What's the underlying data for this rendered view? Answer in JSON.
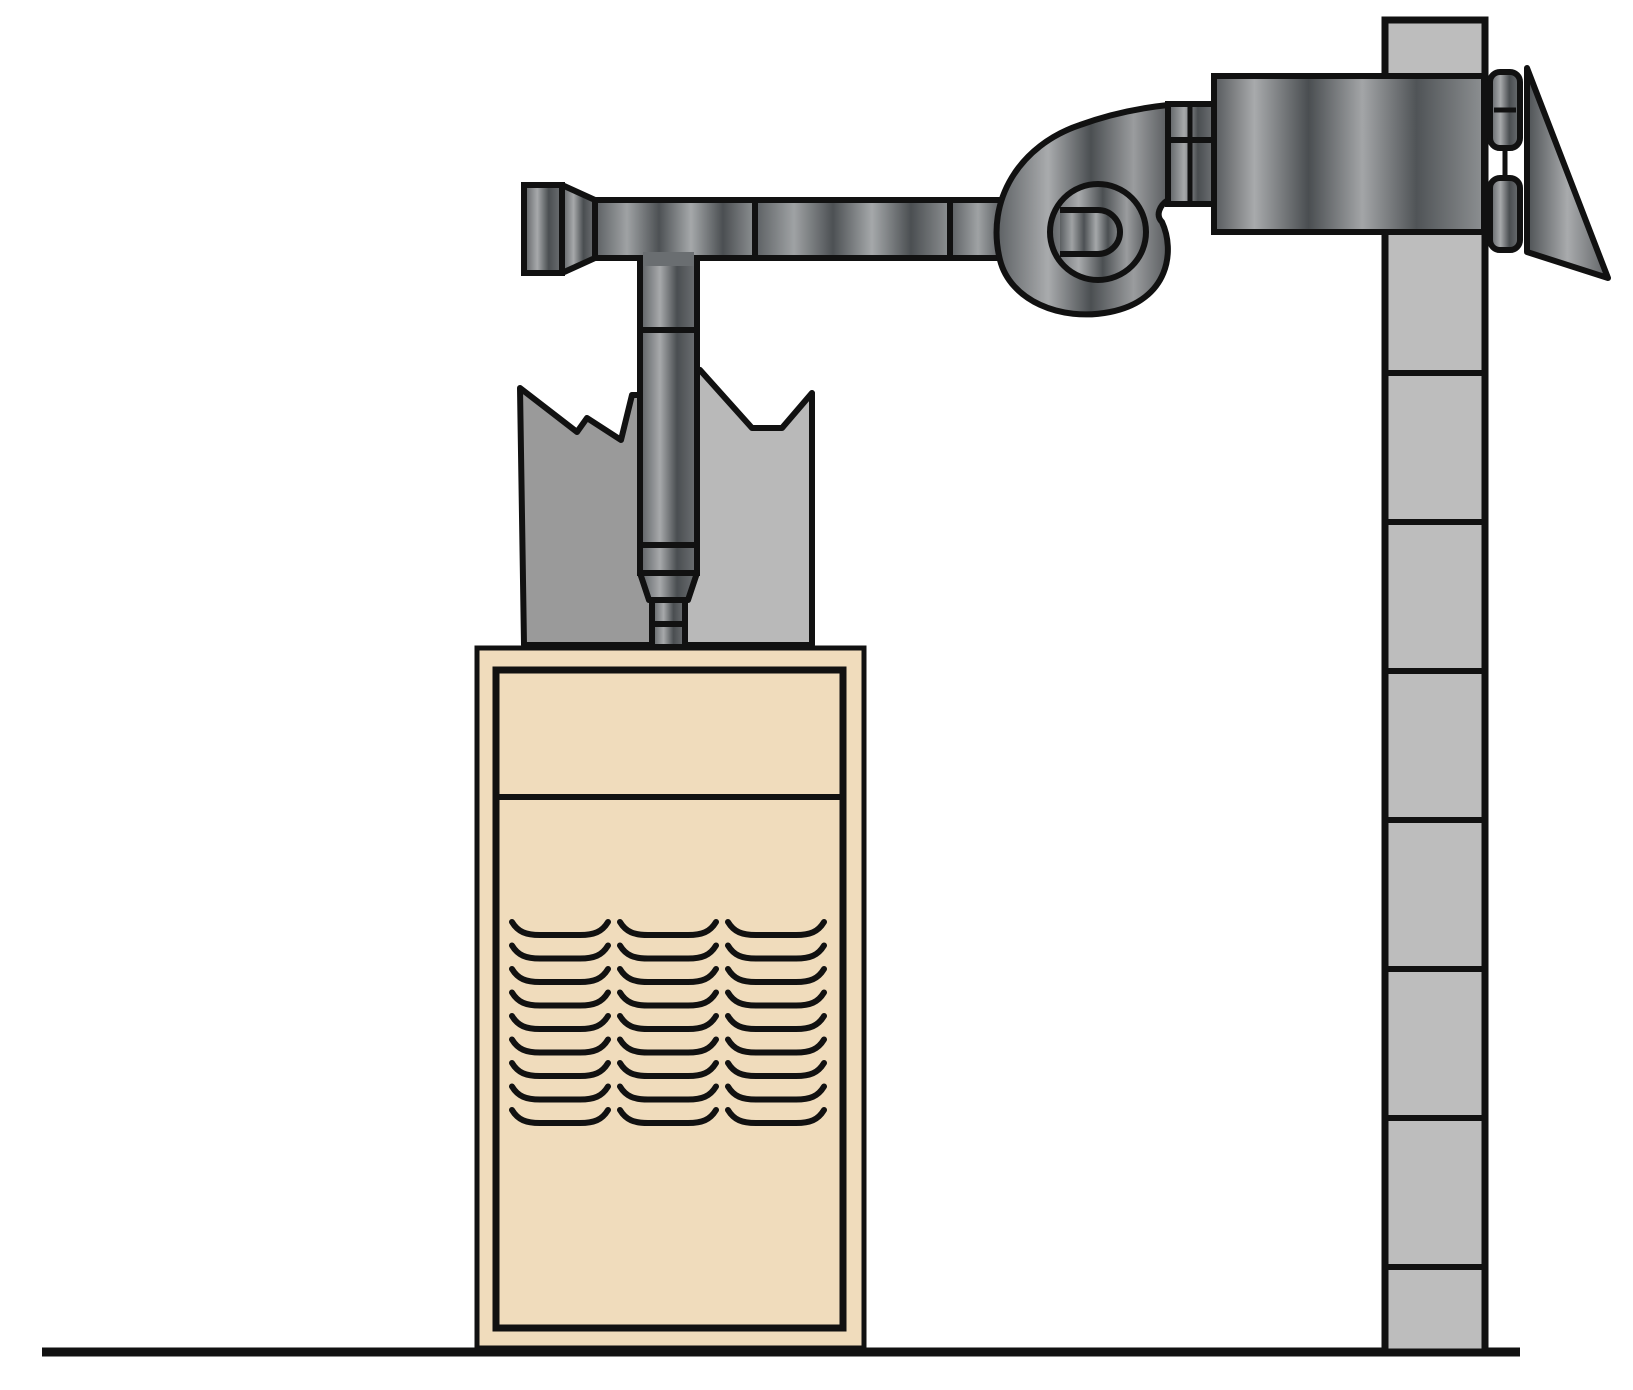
{
  "diagram": {
    "subject": "furnace-vent-system",
    "louver_rows": 9,
    "louver_columns": 3,
    "wall_brick_count": 9,
    "colors": {
      "outline": "#111111",
      "furnace_cabinet": "#f0dcbc",
      "wall": "#bdbdbd",
      "chimney_left": "#9a9a9a",
      "chimney_right": "#b9b9b9",
      "pipe_dark": "#4a4e51",
      "pipe_light": "#a7a9ab",
      "floor": "#111111",
      "background": "#ffffff"
    }
  }
}
